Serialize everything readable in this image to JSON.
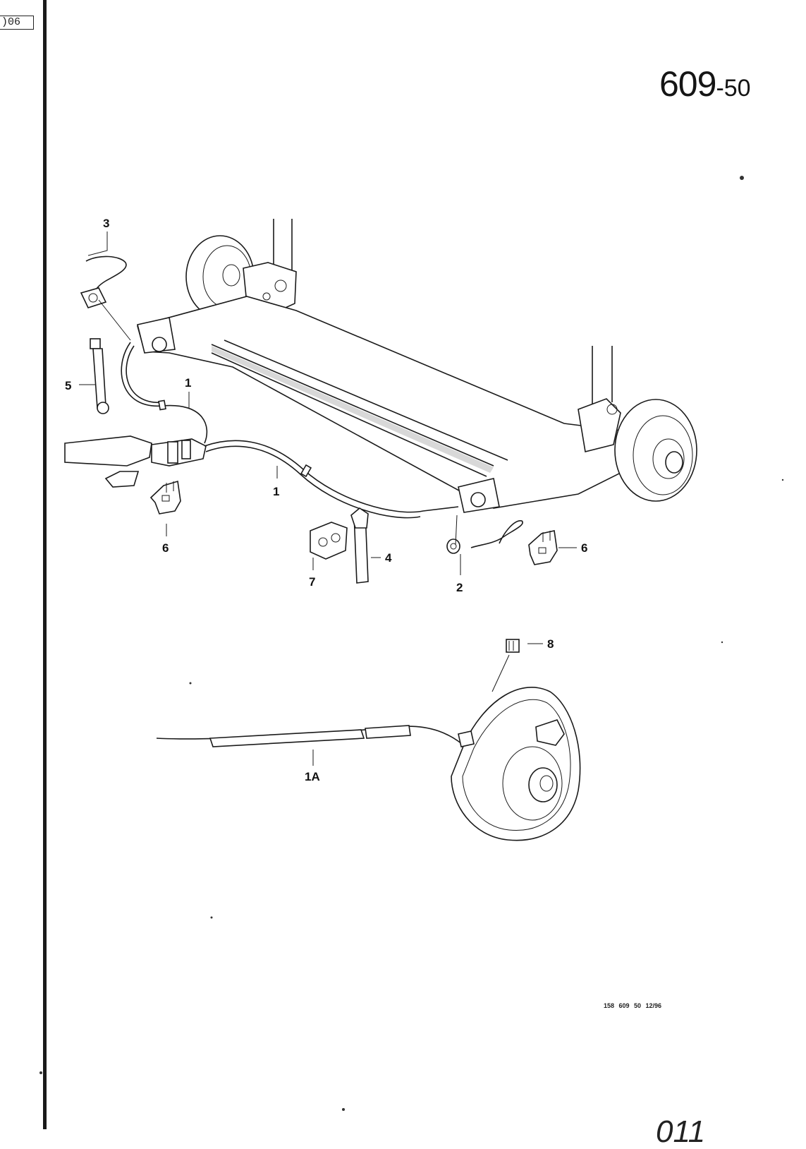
{
  "header": {
    "corner_tab": ")06",
    "page_number": "609",
    "page_suffix": "-50"
  },
  "callouts": [
    {
      "id": "c3",
      "label": "3"
    },
    {
      "id": "c5",
      "label": "5"
    },
    {
      "id": "c1a",
      "label": "1"
    },
    {
      "id": "c1b",
      "label": "1"
    },
    {
      "id": "c6a",
      "label": "6"
    },
    {
      "id": "c7",
      "label": "7"
    },
    {
      "id": "c4",
      "label": "4"
    },
    {
      "id": "c2",
      "label": "2"
    },
    {
      "id": "c6b",
      "label": "6"
    },
    {
      "id": "c8",
      "label": "8"
    },
    {
      "id": "c1A",
      "label": "1A"
    }
  ],
  "footer": {
    "code": "158   609 50   12/96",
    "bottom_fragment": "011"
  }
}
